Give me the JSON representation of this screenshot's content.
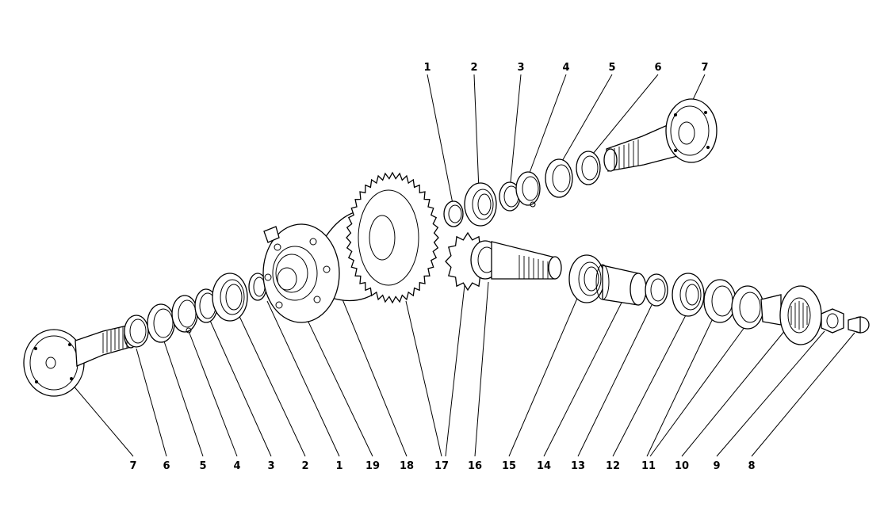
{
  "callouts_top": [
    "1",
    "2",
    "3",
    "4",
    "5",
    "6",
    "7"
  ],
  "callouts_bottom": [
    "7",
    "6",
    "5",
    "4",
    "3",
    "2",
    "1",
    "19",
    "18",
    "17",
    "16",
    "15",
    "14",
    "13",
    "12",
    "11",
    "10",
    "9",
    "8"
  ]
}
